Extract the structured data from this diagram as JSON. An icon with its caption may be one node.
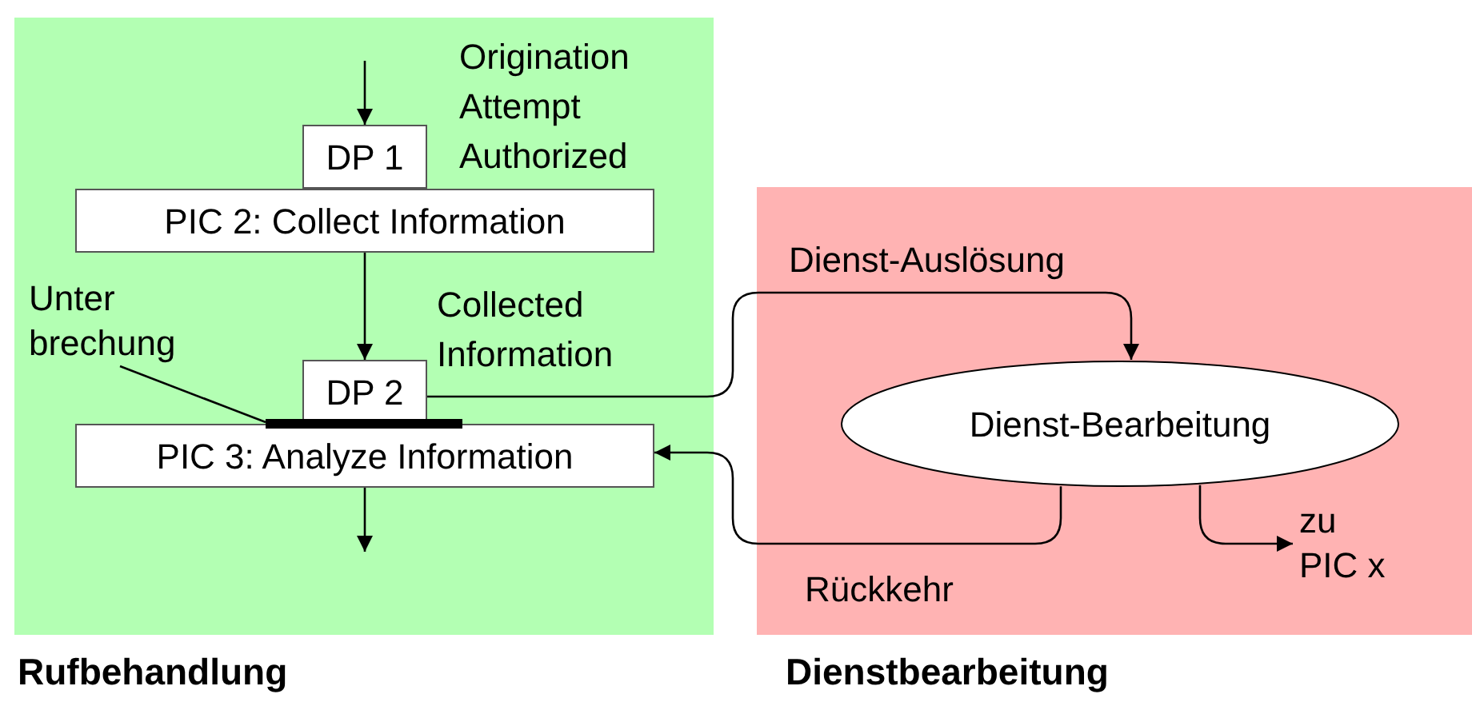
{
  "diagram": {
    "nodes": [
      {
        "text": [
          "Rufbehandlung"
        ]
      },
      {
        "text": [
          "DP 1"
        ],
        "in": 0,
        "beside": [
          "Origination Attempt Authorized"
        ]
      },
      {
        "text": [
          "PIC 2: Collect Information"
        ],
        "in": 0
      },
      {
        "text": [
          "DP 2"
        ],
        "in": 0,
        "beside": [
          "Collected Information"
        ]
      },
      {
        "text": [
          "PIC 3: Analyze Information"
        ],
        "in": 0
      },
      {
        "text": [
          "Unter brechung"
        ],
        "in": 0
      },
      {
        "text": [],
        "shape": "bar",
        "in": 0
      },
      {
        "text": [
          "Dienstbearbeitung"
        ]
      },
      {
        "text": [
          "Dienst-Bearbeitung"
        ],
        "in": 7
      },
      {
        "text": [
          "zu PIC x"
        ],
        "in": 7
      }
    ],
    "edges": [
      {
        "from": null,
        "to": 1,
        "arrow": "to"
      },
      {
        "from": 2,
        "to": 3,
        "arrow": "to"
      },
      {
        "from": 4,
        "to": null,
        "arrow": "to"
      },
      {
        "from": 5,
        "to": 6,
        "arrow": "none"
      },
      {
        "from": 3,
        "to": 8,
        "arrow": "to",
        "label": "Dienst-Auslösung"
      },
      {
        "from": 8,
        "to": 4,
        "arrow": "to",
        "label": "Rückkehr"
      },
      {
        "from": 8,
        "to": 9,
        "arrow": "to"
      }
    ]
  }
}
